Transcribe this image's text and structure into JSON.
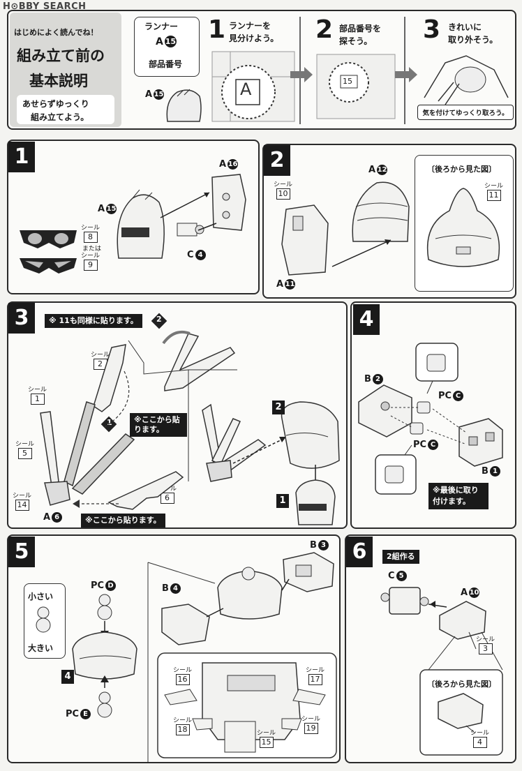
{
  "logo": "H⊙BBY SEARCH",
  "intro": {
    "line1": "はじめによく読んでね！",
    "title1": "組み立て前の",
    "title2": "基本説明",
    "sub1": "あせらずゆっくり",
    "sub2": "組み立てよう。",
    "legend_runner": "ランナー",
    "legend_part_letter": "A",
    "legend_part_num": "15",
    "legend_part_number_label": "部品番号",
    "example_letter": "A",
    "example_num": "15"
  },
  "basic_steps": [
    {
      "num": "1",
      "text1": "ランナーを",
      "text2": "見分けよう。",
      "tag": "A"
    },
    {
      "num": "2",
      "text1": "部品番号を",
      "text2": "探そう。",
      "tag": "15"
    },
    {
      "num": "3",
      "text1": "きれいに",
      "text2": "取り外そう。",
      "tag": "気を付けてゆっくり取ろう。"
    }
  ],
  "seal_label": "シール",
  "or_label": "または",
  "rear_view": "〔後ろから見た図〕",
  "step1": {
    "num": "1",
    "parts": [
      {
        "letter": "A",
        "num": "16"
      },
      {
        "letter": "A",
        "num": "15"
      },
      {
        "letter": "C",
        "num": "4"
      }
    ],
    "seals": [
      "8",
      "9"
    ]
  },
  "step2": {
    "num": "2",
    "parts": [
      {
        "letter": "A",
        "num": "12"
      },
      {
        "letter": "A",
        "num": "11"
      }
    ],
    "seals": [
      "10",
      "11"
    ]
  },
  "step3": {
    "num": "3",
    "note_top": "※ 11も同様に貼ります。",
    "note_here": "※ここから貼ります。",
    "note_here_bottom": "※ここから貼ります。",
    "sub_steps": [
      "1",
      "2"
    ],
    "seals": [
      "2",
      "1",
      "5",
      "14",
      "6"
    ],
    "part": {
      "letter": "A",
      "num": "6"
    },
    "ref_steps": [
      "2",
      "1"
    ]
  },
  "step4": {
    "num": "4",
    "parts": [
      {
        "letter": "B",
        "num": "2"
      },
      {
        "letter": "PC",
        "num": "C"
      },
      {
        "letter": "PC",
        "num": "C"
      },
      {
        "letter": "B",
        "num": "1"
      }
    ],
    "note_last": "※最後に取り付けます。"
  },
  "step5": {
    "num": "5",
    "parts": [
      {
        "letter": "B",
        "num": "3"
      },
      {
        "letter": "B",
        "num": "4"
      },
      {
        "letter": "PC",
        "num": "D"
      },
      {
        "letter": "PC",
        "num": "E"
      }
    ],
    "small": "小さい",
    "large": "大きい",
    "ref_step": "4",
    "seals": [
      "16",
      "17",
      "18",
      "19",
      "15"
    ]
  },
  "step6": {
    "num": "6",
    "make2": "2組作る",
    "parts": [
      {
        "letter": "C",
        "num": "5"
      },
      {
        "letter": "A",
        "num": "10"
      }
    ],
    "seals": [
      "3",
      "4"
    ]
  }
}
